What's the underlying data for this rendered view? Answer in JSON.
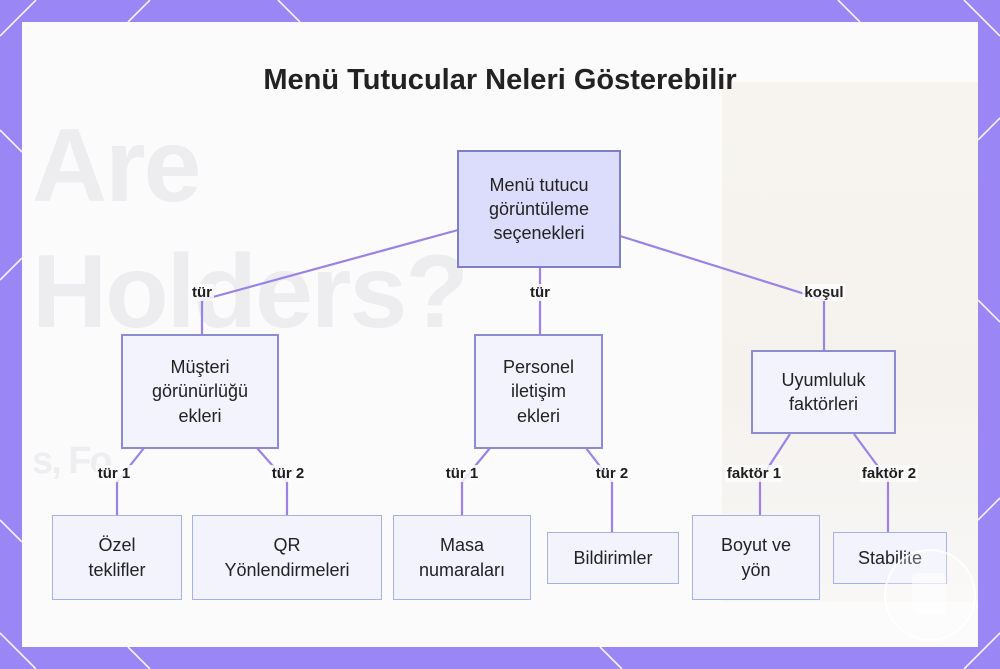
{
  "title": "Menü Tutucular Neleri Gösterebilir",
  "background_text": {
    "line1": "Are",
    "line2": "Holders?",
    "line3": "s, Fo"
  },
  "colors": {
    "frame": "#9a86f4",
    "edge": "#9b82e6",
    "node_fill": "#f2f3fc",
    "root_fill": "#dcdcfc"
  },
  "nodes": {
    "root": "Menü tutucu görüntüleme seçenekleri",
    "customer": "Müşteri görünürlüğü ekleri",
    "staff": "Personel iletişim ekleri",
    "compat": "Uyumluluk faktörleri",
    "special": "Özel teklifler",
    "qr": "QR Yönlendirmeleri",
    "table": "Masa numaraları",
    "notify": "Bildirimler",
    "size": "Boyut ve yön",
    "stability": "Stabilite"
  },
  "edge_labels": {
    "root_customer": "tür",
    "root_staff": "tür",
    "root_compat": "koşul",
    "customer_special": "tür 1",
    "customer_qr": "tür 2",
    "staff_table": "tür 1",
    "staff_notify": "tür 2",
    "compat_size": "faktör 1",
    "compat_stability": "faktör 2"
  }
}
